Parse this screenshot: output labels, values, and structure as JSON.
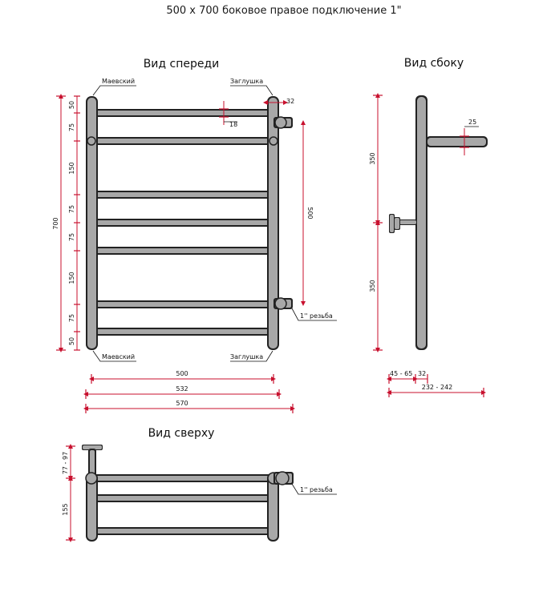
{
  "title": "500 х 700 боковое правое подключение 1\"",
  "views": {
    "front": "Вид спереди",
    "side": "Вид сбоку",
    "top": "Вид сверху"
  },
  "labels": {
    "mayevsky_top": "Маевский",
    "plug_top": "Заглушка",
    "mayevsky_bottom": "Маевский",
    "plug_bottom": "Заглушка",
    "thread_front": "1'' резьба",
    "thread_top": "1'' резьба"
  },
  "dimensions": {
    "front_left": [
      "50",
      "75",
      "150",
      "75",
      "75",
      "150",
      "75",
      "50"
    ],
    "front_total": "700",
    "center_distance_vertical": "500",
    "plug_offset": "32",
    "rung_pitch_small": "18",
    "width_500": "500",
    "width_532": "532",
    "width_570": "570",
    "side_upper": "350",
    "side_lower": "350",
    "side_pipe": "25",
    "side_wall": "45 - 65",
    "side_32": "32",
    "side_depth": "232 - 242",
    "top_bracket": "77 - 97",
    "top_depth": "155"
  },
  "colors": {
    "dimension": "#c8102e",
    "pipe_outline": "#222222",
    "pipe_fill": "#a8a8a8"
  }
}
